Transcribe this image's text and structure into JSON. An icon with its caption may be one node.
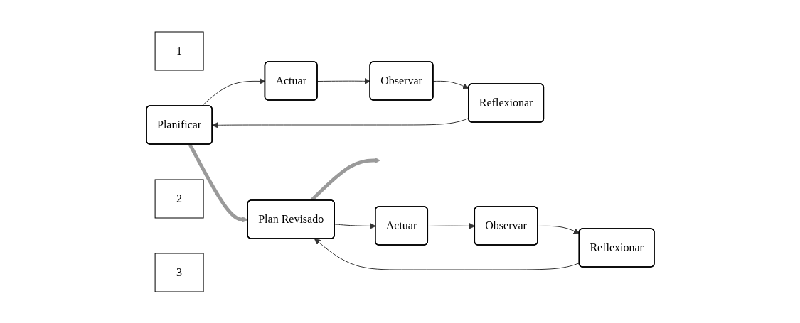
{
  "diagram": {
    "nodes": [
      {
        "text": [
          "1"
        ]
      },
      {
        "text": [
          "Planificar"
        ]
      },
      {
        "text": [
          "Actuar"
        ]
      },
      {
        "text": [
          "Observar"
        ]
      },
      {
        "text": [
          "Reflexionar"
        ]
      },
      {
        "text": [
          "2"
        ]
      },
      {
        "text": [
          "Plan Revisado"
        ]
      },
      {
        "text": [
          "Actuar"
        ]
      },
      {
        "text": [
          "Observar"
        ]
      },
      {
        "text": [
          "Reflexionar"
        ]
      },
      {
        "text": [
          "3"
        ]
      }
    ],
    "edges": [
      {
        "from": 1,
        "to": 2,
        "arrow": "to"
      },
      {
        "from": 2,
        "to": 3,
        "arrow": "to"
      },
      {
        "from": 3,
        "to": 4,
        "arrow": "to"
      },
      {
        "from": 4,
        "to": 1,
        "arrow": "to"
      },
      {
        "from": 1,
        "to": 6,
        "arrow": "to",
        "style": "thick",
        "color": "#9a9a9a"
      },
      {
        "from": 6,
        "to": 7,
        "arrow": "to"
      },
      {
        "from": 7,
        "to": 8,
        "arrow": "to"
      },
      {
        "from": 8,
        "to": 9,
        "arrow": "to"
      },
      {
        "from": 9,
        "to": 6,
        "arrow": "to"
      },
      {
        "from": 6,
        "to": null,
        "arrow": "to",
        "style": "thick",
        "color": "#9a9a9a"
      }
    ]
  }
}
